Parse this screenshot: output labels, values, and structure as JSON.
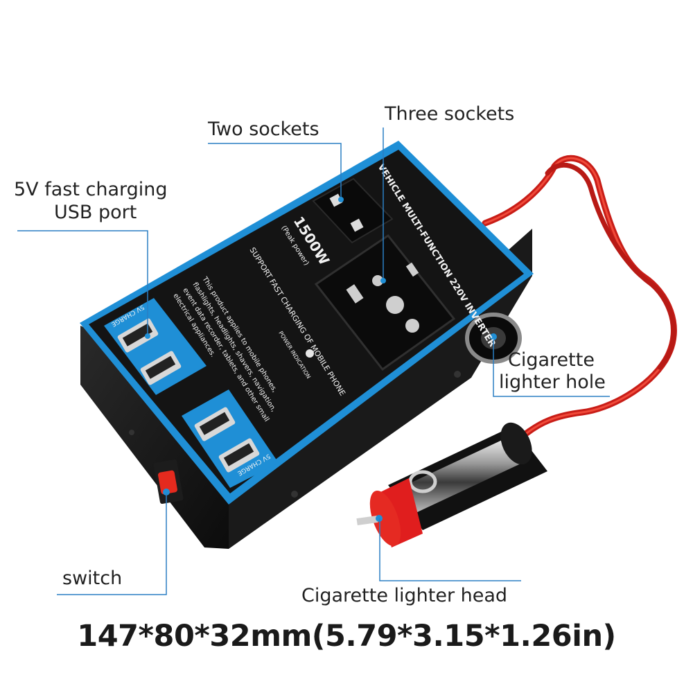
{
  "callouts": {
    "two_sockets": "Two sockets",
    "three_sockets": "Three sockets",
    "usb_line1": "5V fast charging",
    "usb_line2": "USB port",
    "cigarette_hole_line1": "Cigarette",
    "cigarette_hole_line2": "lighter hole",
    "switch": "switch",
    "lighter_head": "Cigarette lighter head"
  },
  "product_labels": {
    "headline": "VEHICLE MULTI-FUNCTION 220V INVERTER",
    "power": "1500W",
    "power_note": "(Peak power)",
    "support": "SUPPORT FAST CHARGING OF MOBILE PHONE",
    "description_1": "This product applies to mobile phones,",
    "description_2": "flashlights, headlights, shavers, navigation,",
    "description_3": "event data recorder, tablets, and other small",
    "description_4": "electrical appliances.",
    "power_indication": "POWER INDICATION",
    "usb_badge": "5V CHARGE"
  },
  "dimensions": "147*80*32mm(5.79*3.15*1.26in)",
  "colors": {
    "accent_blue": "#1f8fd6",
    "leader_line": "#2a7fc4",
    "device_black": "#141414",
    "cable_red": "#e8231c",
    "plug_red": "#e01e1e"
  }
}
